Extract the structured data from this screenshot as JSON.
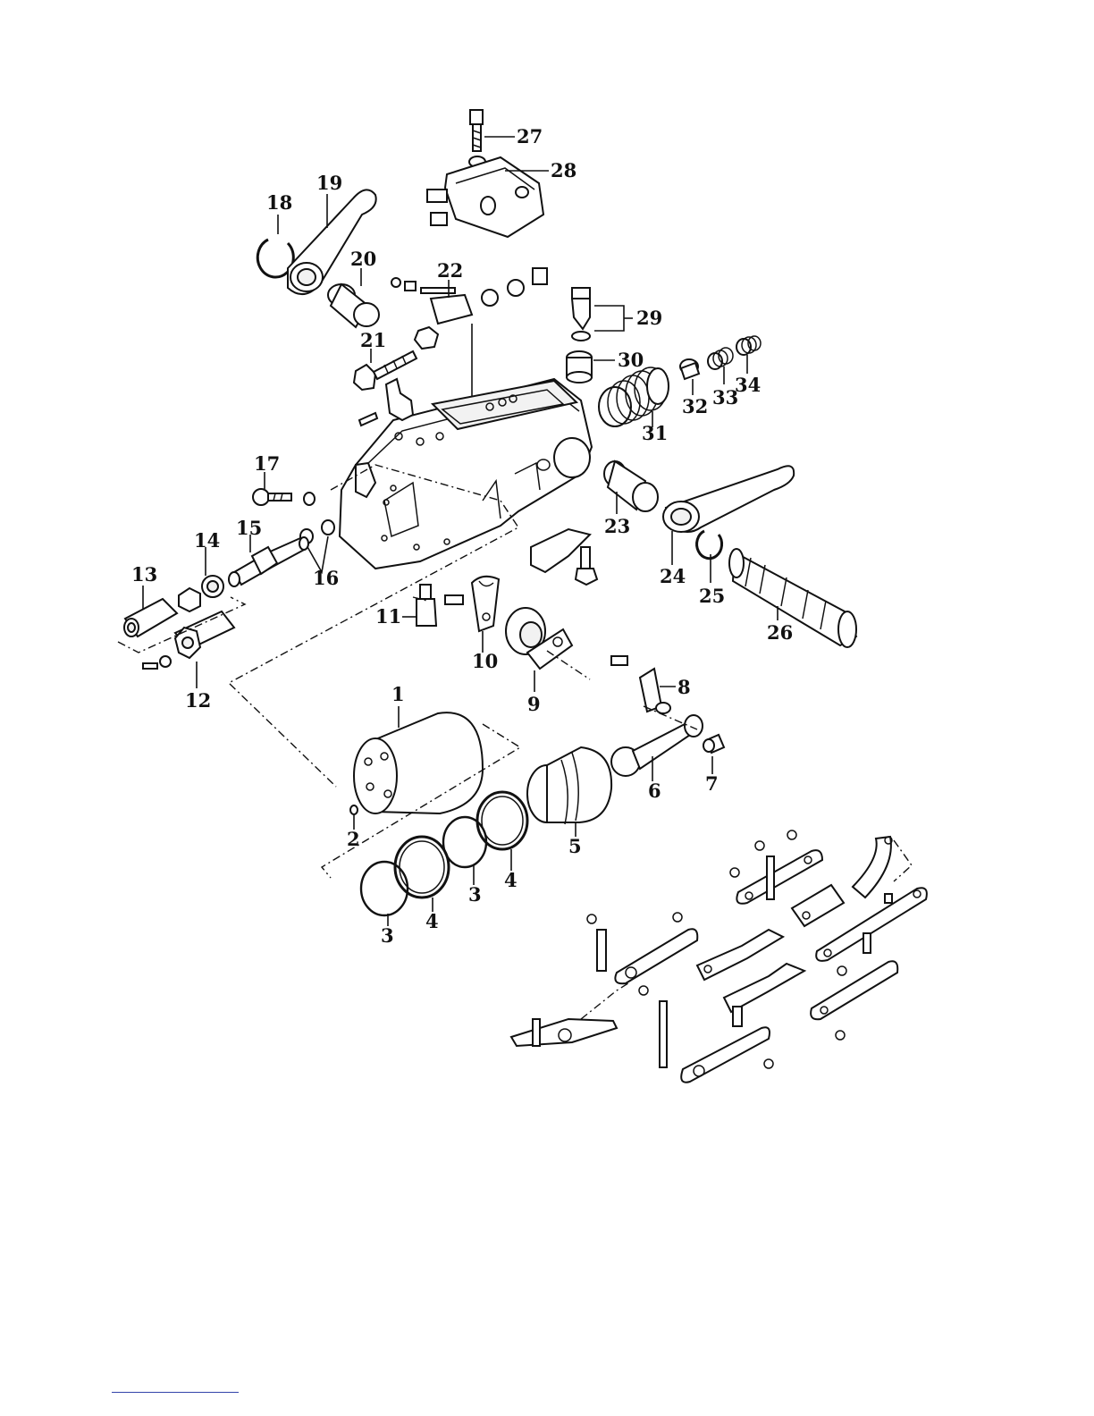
{
  "callouts": {
    "c1": "1",
    "c2": "2",
    "c3a": "3",
    "c3b": "3",
    "c4a": "4",
    "c4b": "4",
    "c5": "5",
    "c6": "6",
    "c7": "7",
    "c8": "8",
    "c9": "9",
    "c10": "10",
    "c11": "11",
    "c12": "12",
    "c13": "13",
    "c14": "14",
    "c15": "15",
    "c16": "16",
    "c17": "17",
    "c18": "18",
    "c19": "19",
    "c20": "20",
    "c21": "21",
    "c22": "22",
    "c23": "23",
    "c24": "24",
    "c25": "25",
    "c26": "26",
    "c27": "27",
    "c28": "28",
    "c29": "29",
    "c30": "30",
    "c31": "31",
    "c32": "32",
    "c33": "33",
    "c34": "34"
  }
}
